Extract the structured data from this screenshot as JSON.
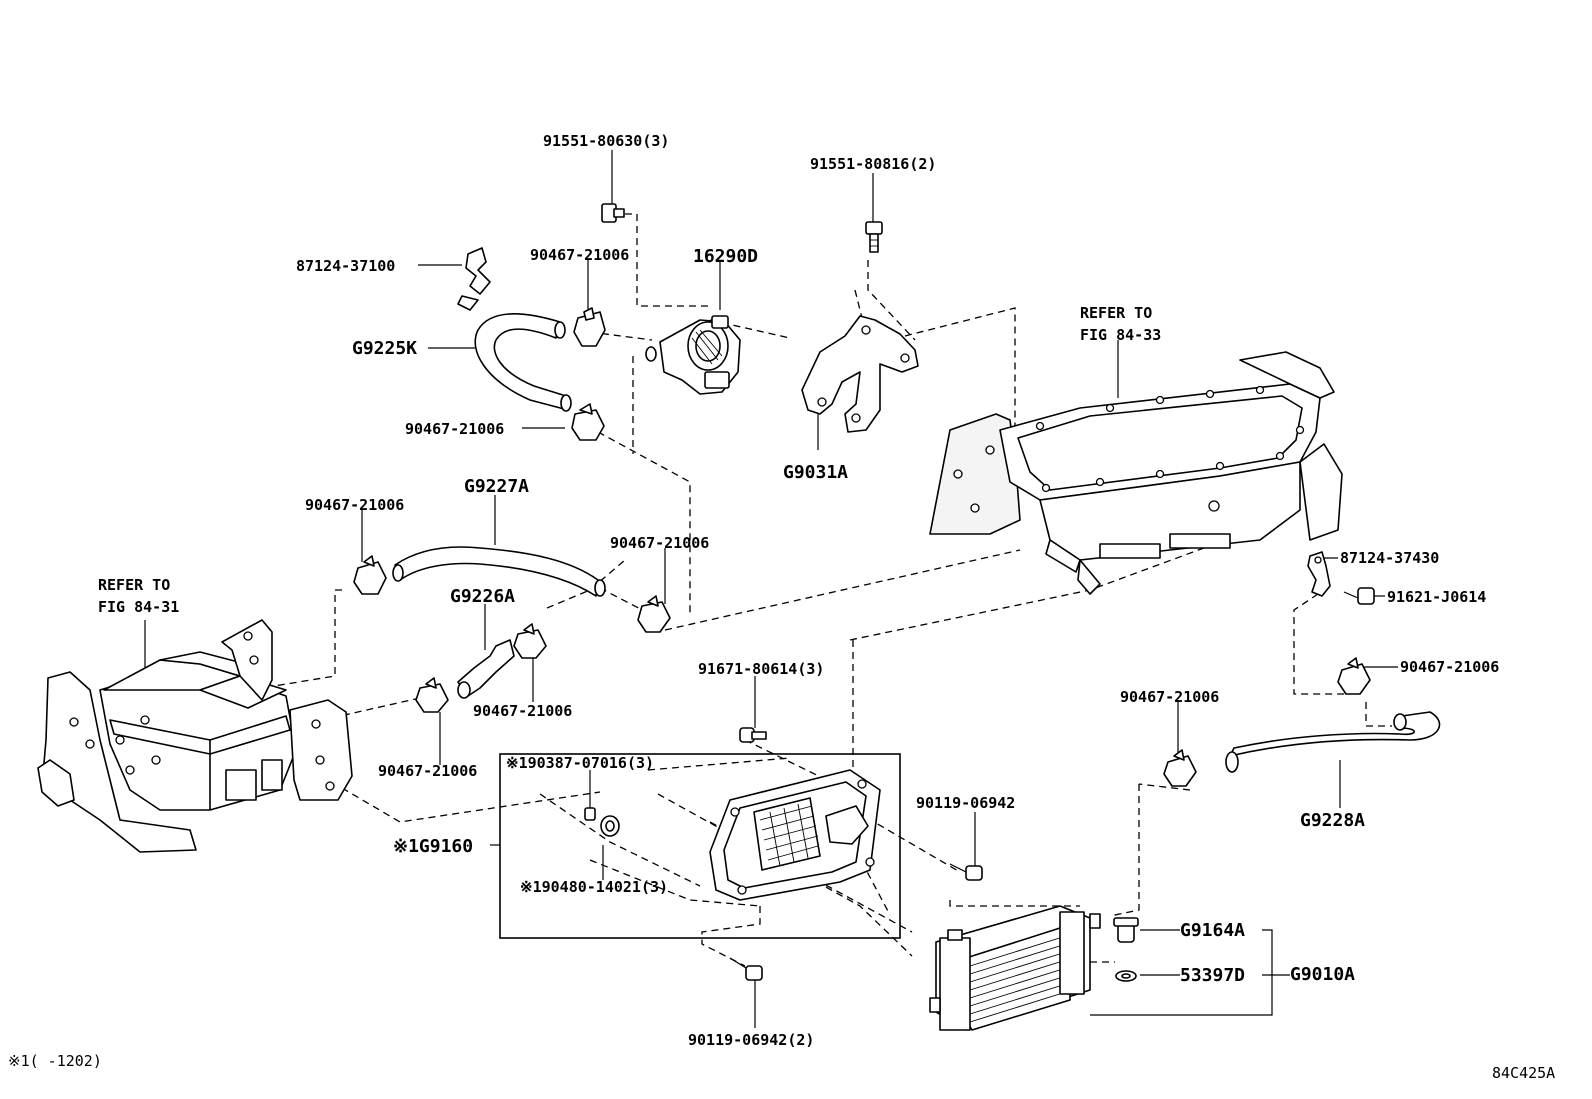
{
  "labels": {
    "p91551_80630": "91551-80630(3)",
    "p91551_80816": "91551-80816(2)",
    "p87124_37100": "87124-37100",
    "p90467_21006_a": "90467-21006",
    "p16290D": "16290D",
    "pG9225K": "G9225K",
    "p90467_21006_b": "90467-21006",
    "pG9031A": "G9031A",
    "refer_84_33_line1": "REFER TO",
    "refer_84_33_line2": "FIG 84-33",
    "p90467_21006_c": "90467-21006",
    "pG9227A": "G9227A",
    "p90467_21006_d": "90467-21006",
    "pG9226A": "G9226A",
    "refer_84_31_line1": "REFER TO",
    "refer_84_31_line2": "FIG 84-31",
    "p87124_37430": "87124-37430",
    "p91621_J0614": "91621-J0614",
    "p90467_21006_e": "90467-21006",
    "p90467_21006_f": "90467-21006",
    "p91671_80614": "91671-80614(3)",
    "p90467_21006_g": "90467-21006",
    "p90467_21006_h": "90467-21006",
    "p90387_07016": "※190387-07016(3)",
    "p90119_06942": "90119-06942",
    "pG9228A": "G9228A",
    "pG9160": "※1G9160",
    "p90480_14021": "※190480-14021(3)",
    "pG9164A": "G9164A",
    "p53397D": "53397D",
    "pG9010A": "G9010A",
    "p90119_06942_2": "90119-06942(2)",
    "footnote": "※1(      -1202)",
    "figure_code": "84C425A"
  }
}
